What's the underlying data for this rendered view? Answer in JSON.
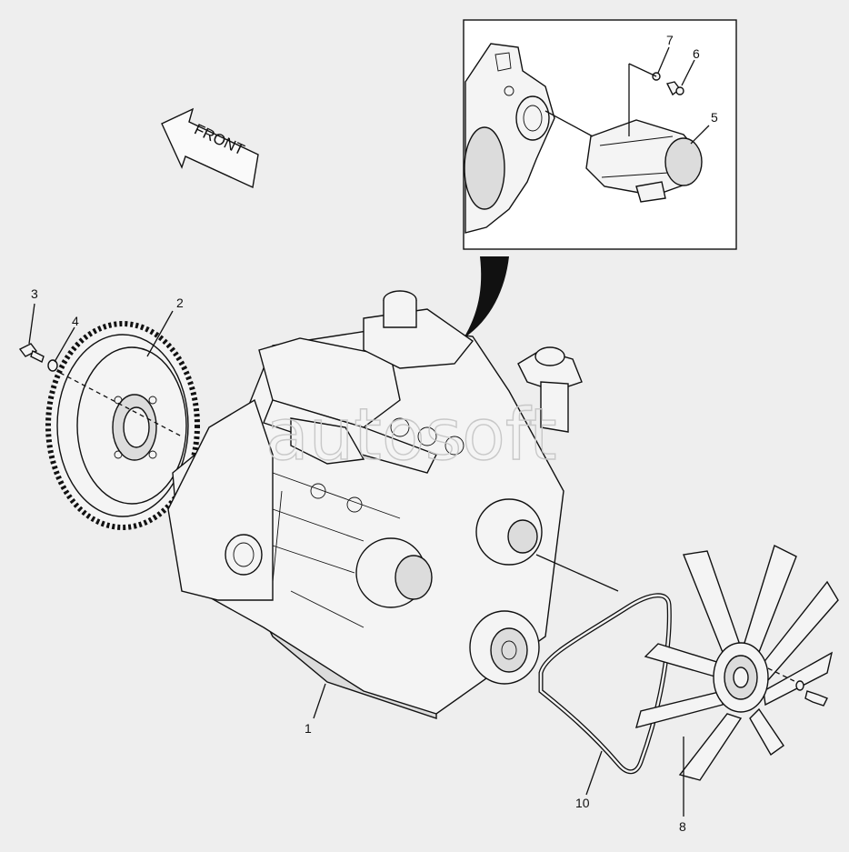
{
  "direction_label": "FRONT",
  "watermark": "autosoft",
  "callouts": [
    "1",
    "2",
    "3",
    "4",
    "5",
    "6",
    "7",
    "8",
    "10"
  ],
  "colors": {
    "background": "#eeeeee",
    "line": "#111111",
    "part_fill": "#f4f4f4",
    "shade": "#dcdcdc"
  },
  "icons": [
    "front-arrow-icon",
    "inset-pointer-icon"
  ]
}
